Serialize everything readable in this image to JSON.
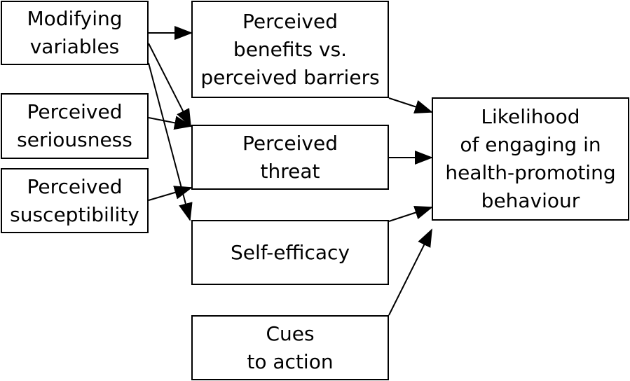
{
  "colors": {
    "stroke": "#000000",
    "background": "#ffffff"
  },
  "nodes": {
    "modifying_variables": {
      "lines": [
        "Modifying",
        "variables"
      ]
    },
    "perceived_seriousness": {
      "lines": [
        "Perceived",
        "seriousness"
      ]
    },
    "perceived_susceptibility": {
      "lines": [
        "Perceived",
        "susceptibility"
      ]
    },
    "benefits_vs_barriers": {
      "lines": [
        "Perceived",
        "benefits vs.",
        "perceived barriers"
      ]
    },
    "perceived_threat": {
      "lines": [
        "Perceived",
        "threat"
      ]
    },
    "self_efficacy": {
      "lines": [
        "Self-efficacy"
      ]
    },
    "cues_to_action": {
      "lines": [
        "Cues",
        "to action"
      ]
    },
    "likelihood": {
      "lines": [
        "Likelihood",
        "of engaging in",
        "health-promoting",
        "behaviour"
      ]
    }
  }
}
